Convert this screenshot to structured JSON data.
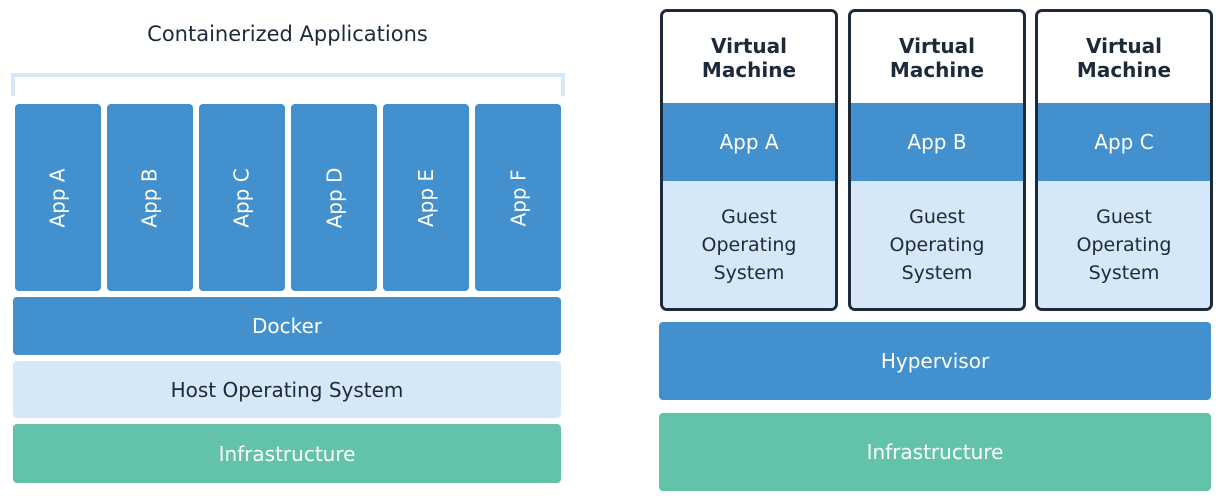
{
  "containerized": {
    "title": "Containerized Applications",
    "apps": [
      "App A",
      "App B",
      "App C",
      "App D",
      "App E",
      "App F"
    ],
    "docker": "Docker",
    "host_os": "Host Operating System",
    "infrastructure": "Infrastructure"
  },
  "virtualized": {
    "vms": [
      {
        "title": "Virtual Machine",
        "app": "App A",
        "guest_os": "Guest Operating System"
      },
      {
        "title": "Virtual Machine",
        "app": "App B",
        "guest_os": "Guest Operating System"
      },
      {
        "title": "Virtual Machine",
        "app": "App C",
        "guest_os": "Guest Operating System"
      }
    ],
    "hypervisor": "Hypervisor",
    "infrastructure": "Infrastructure"
  },
  "colors": {
    "blue": "#4390cf",
    "light_blue": "#d6e8f7",
    "green": "#63c3aa",
    "dark": "#1c2a3b"
  }
}
